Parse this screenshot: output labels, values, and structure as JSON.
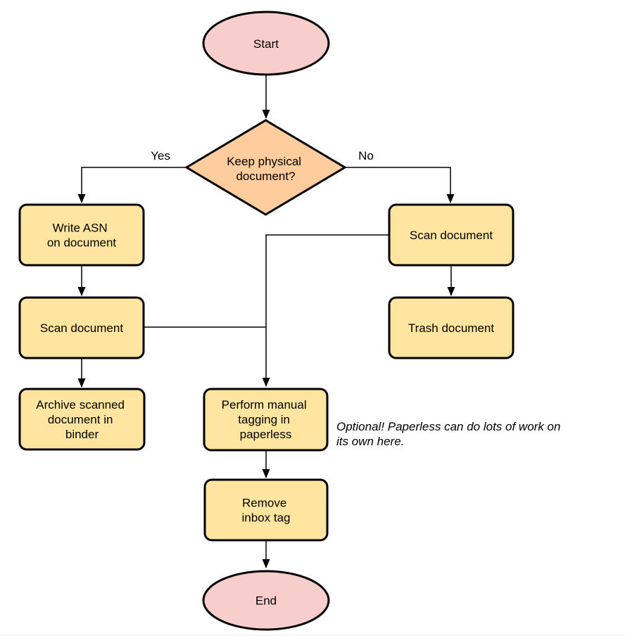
{
  "diagram": {
    "nodes": {
      "start": {
        "label": "Start"
      },
      "decision": {
        "lines": [
          "Keep physical",
          "document?"
        ]
      },
      "write_asn": {
        "lines": [
          "Write ASN",
          "on document"
        ]
      },
      "scan_left": {
        "label": "Scan document"
      },
      "archive": {
        "lines": [
          "Archive scanned",
          "document in",
          "binder"
        ]
      },
      "scan_right": {
        "label": "Scan document"
      },
      "trash": {
        "label": "Trash document"
      },
      "tagging": {
        "lines": [
          "Perform manual",
          "tagging in",
          "paperless"
        ]
      },
      "remove_inbox": {
        "lines": [
          "Remove",
          "inbox tag"
        ]
      },
      "end": {
        "label": "End"
      }
    },
    "edge_labels": {
      "yes": "Yes",
      "no": "No"
    },
    "note": {
      "lines": [
        "Optional! Paperless can do lots of work on",
        "its own here."
      ]
    },
    "colors": {
      "terminal_fill": "#F8CECC",
      "decision_fill": "#FFCC9E",
      "process_fill": "#FFE59F",
      "stroke": "#000000",
      "text_color": "#000000",
      "divider": "#F2F2F2"
    }
  }
}
